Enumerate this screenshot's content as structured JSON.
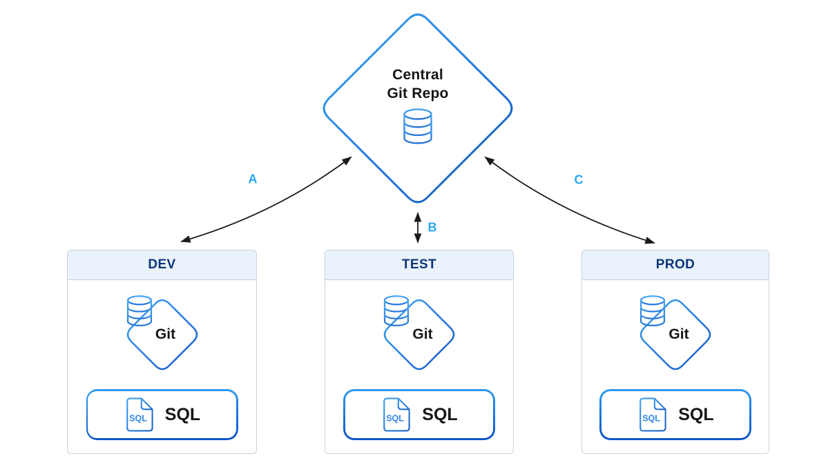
{
  "central": {
    "title_line1": "Central",
    "title_line2": "Git Repo",
    "icon": "database-icon"
  },
  "connections": [
    {
      "label": "A",
      "from": "DEV",
      "to": "Central Git Repo"
    },
    {
      "label": "B",
      "from": "TEST",
      "to": "Central Git Repo"
    },
    {
      "label": "C",
      "from": "PROD",
      "to": "Central Git Repo"
    }
  ],
  "environments": [
    {
      "name": "DEV",
      "git_label": "Git",
      "git_icon": "database-icon",
      "sql_icon": "sql-file-icon",
      "sql_icon_text": "SQL",
      "sql_label": "SQL"
    },
    {
      "name": "TEST",
      "git_label": "Git",
      "git_icon": "database-icon",
      "sql_icon": "sql-file-icon",
      "sql_icon_text": "SQL",
      "sql_label": "SQL"
    },
    {
      "name": "PROD",
      "git_label": "Git",
      "git_icon": "database-icon",
      "sql_icon": "sql-file-icon",
      "sql_icon_text": "SQL",
      "sql_label": "SQL"
    }
  ],
  "colors": {
    "accent_light": "#2F9FF3",
    "accent_dark": "#1256C4",
    "label_blue": "#2CA6F4",
    "header_bg": "#EAF2FB",
    "header_text": "#0C3478",
    "box_border": "#C6D1DF",
    "arrow": "#1A1A1A"
  }
}
